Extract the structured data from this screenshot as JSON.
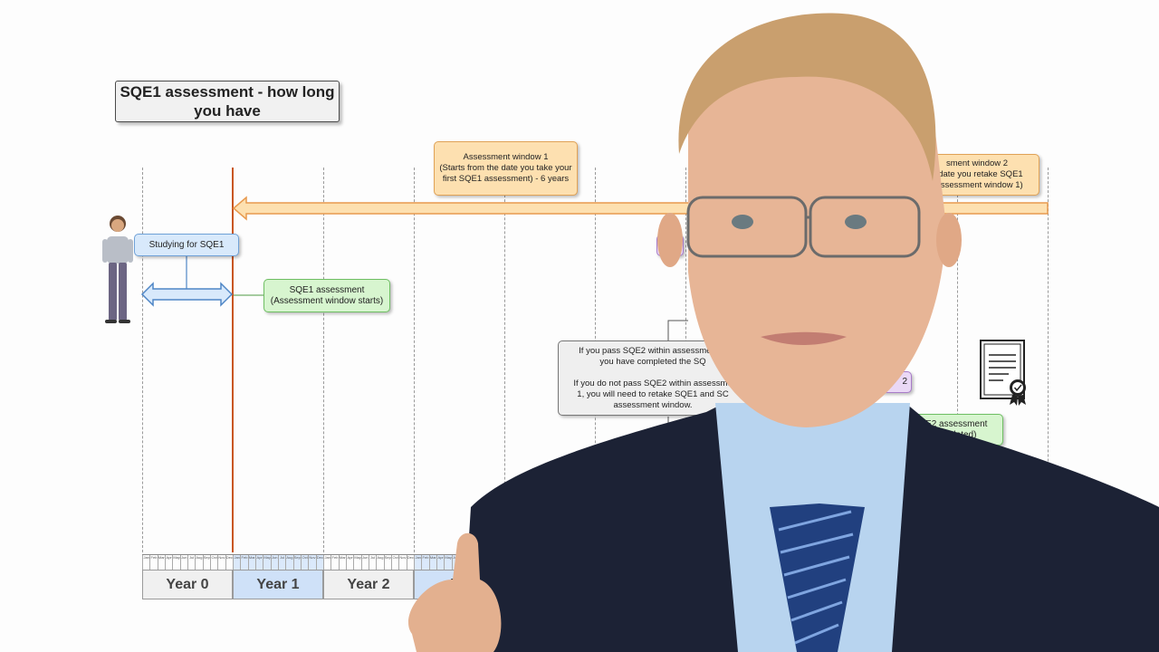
{
  "diagram": {
    "title": "SQE1 assessment - how long you have",
    "window1_label": "Assessment window 1\n(Starts from the date you take your first SQE1 assessment) - 6 years",
    "window2_label": "sment window 2\ne date you retake SQE1\nf assessment window 1)",
    "studying_label": "Studying for SQE1",
    "sqe1_assessment_label": "SQE1 assessment\n(Assessment window starts)",
    "pass_note": "If you pass SQE2 within assessment w\nyou have completed the SQ\n\nIf you do not pass SQE2 within assessme\n1, you will need to retake SQE1 and SC\nassessment window.",
    "sqe2_assessment_label": "SQE2 assessment\nE completed)",
    "purple_fragment": "2",
    "years": [
      "Year 0",
      "Year 1",
      "Year 2",
      "Ye"
    ],
    "months": [
      "Jan",
      "Feb",
      "Mar",
      "Apr",
      "May",
      "Jun",
      "Jul",
      "Aug",
      "Sep",
      "Oct",
      "Nov",
      "Dec"
    ]
  },
  "colors": {
    "timeline_start": "#c9571e",
    "window_arrow": "#e89a4f",
    "studying": "#6fa1d7",
    "assessment": "#6fbf63"
  }
}
